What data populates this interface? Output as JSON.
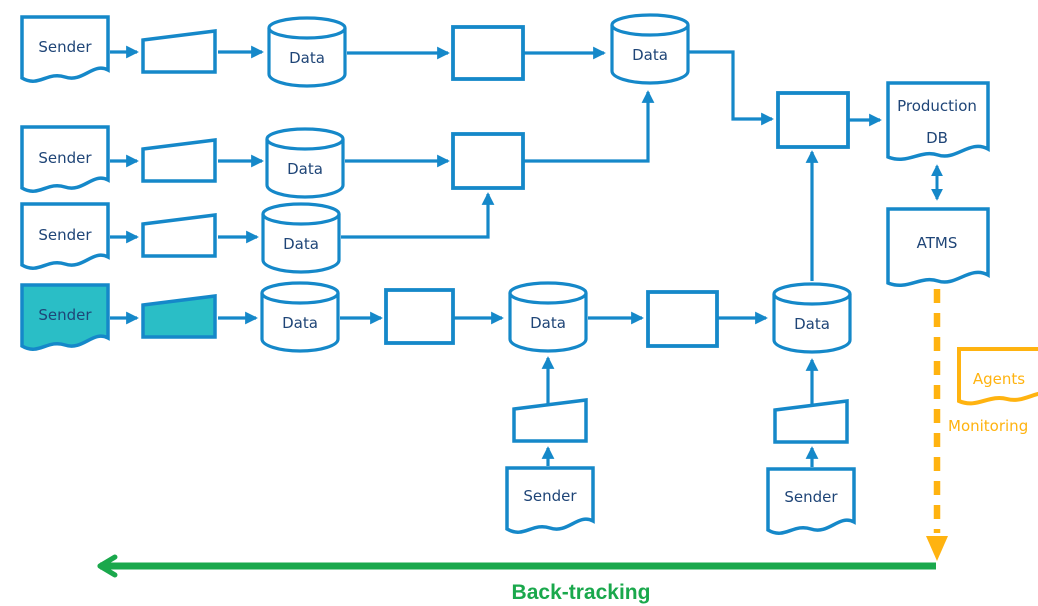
{
  "colors": {
    "shape_stroke_blue": "#1588c9",
    "label_navy": "#1f4577",
    "highlight_teal": "#2abec6",
    "monitoring_orange": "#ffb310",
    "backtracking_green": "#1aa84c",
    "background": "#ffffff"
  },
  "nodes": {
    "senders": [
      "Sender",
      "Sender",
      "Sender",
      "Sender",
      "Sender",
      "Sender"
    ],
    "datastores": [
      "Data",
      "Data",
      "Data",
      "Data",
      "Data",
      "Data",
      "Data"
    ],
    "production_db_line1": "Production",
    "production_db_line2": "DB",
    "atms": "ATMS",
    "agents": "Agents",
    "monitoring": "Monitoring"
  },
  "annotations": {
    "backtracking": "Back-tracking"
  }
}
